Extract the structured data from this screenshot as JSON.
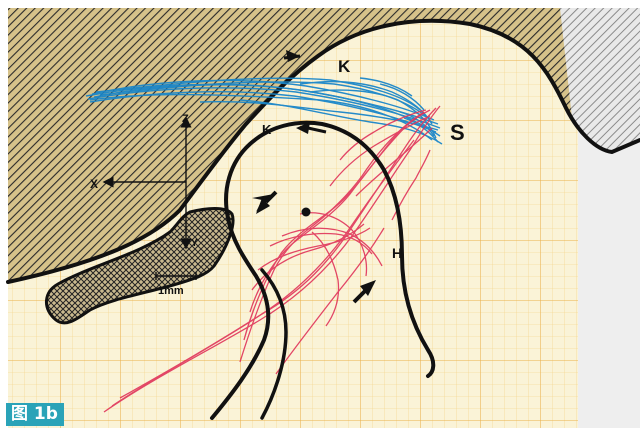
{
  "figure_badge": "图 1b",
  "labels": {
    "k_top": "K",
    "k_mid": "K",
    "s": "S",
    "h": "H",
    "axis_x": "X",
    "axis_y": "Y",
    "axis_z": "Z",
    "scale": "1mm"
  },
  "colors": {
    "grid_paper": "#faf3d7",
    "grid_line": "#f0c25a",
    "bone_hatch": "#2a2a2a",
    "blue_trace": "#1a86c9",
    "red_trace": "#e0345a",
    "outline": "#111111",
    "badge": "#2aa3b8"
  }
}
